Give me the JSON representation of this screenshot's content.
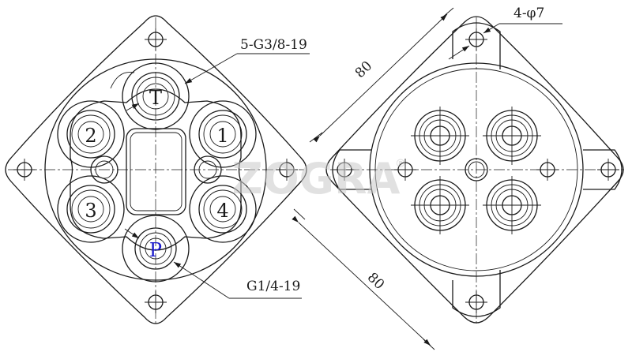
{
  "left_view": {
    "port_labels": {
      "t": "T",
      "p": "P",
      "one": "1",
      "two": "2",
      "three": "3",
      "four": "4"
    },
    "callout_top": "5-G3/8-19",
    "callout_bottom": "G1/4-19"
  },
  "right_view": {
    "hole_callout": "4-φ7",
    "dim_top": "80",
    "dim_bottom": "80"
  },
  "watermark": {
    "text": "ZOGRA",
    "mark": "®"
  },
  "colors": {
    "line": "#1a1a1a",
    "port_p": "#1a1acc",
    "watermark": "#c8c8c8"
  }
}
